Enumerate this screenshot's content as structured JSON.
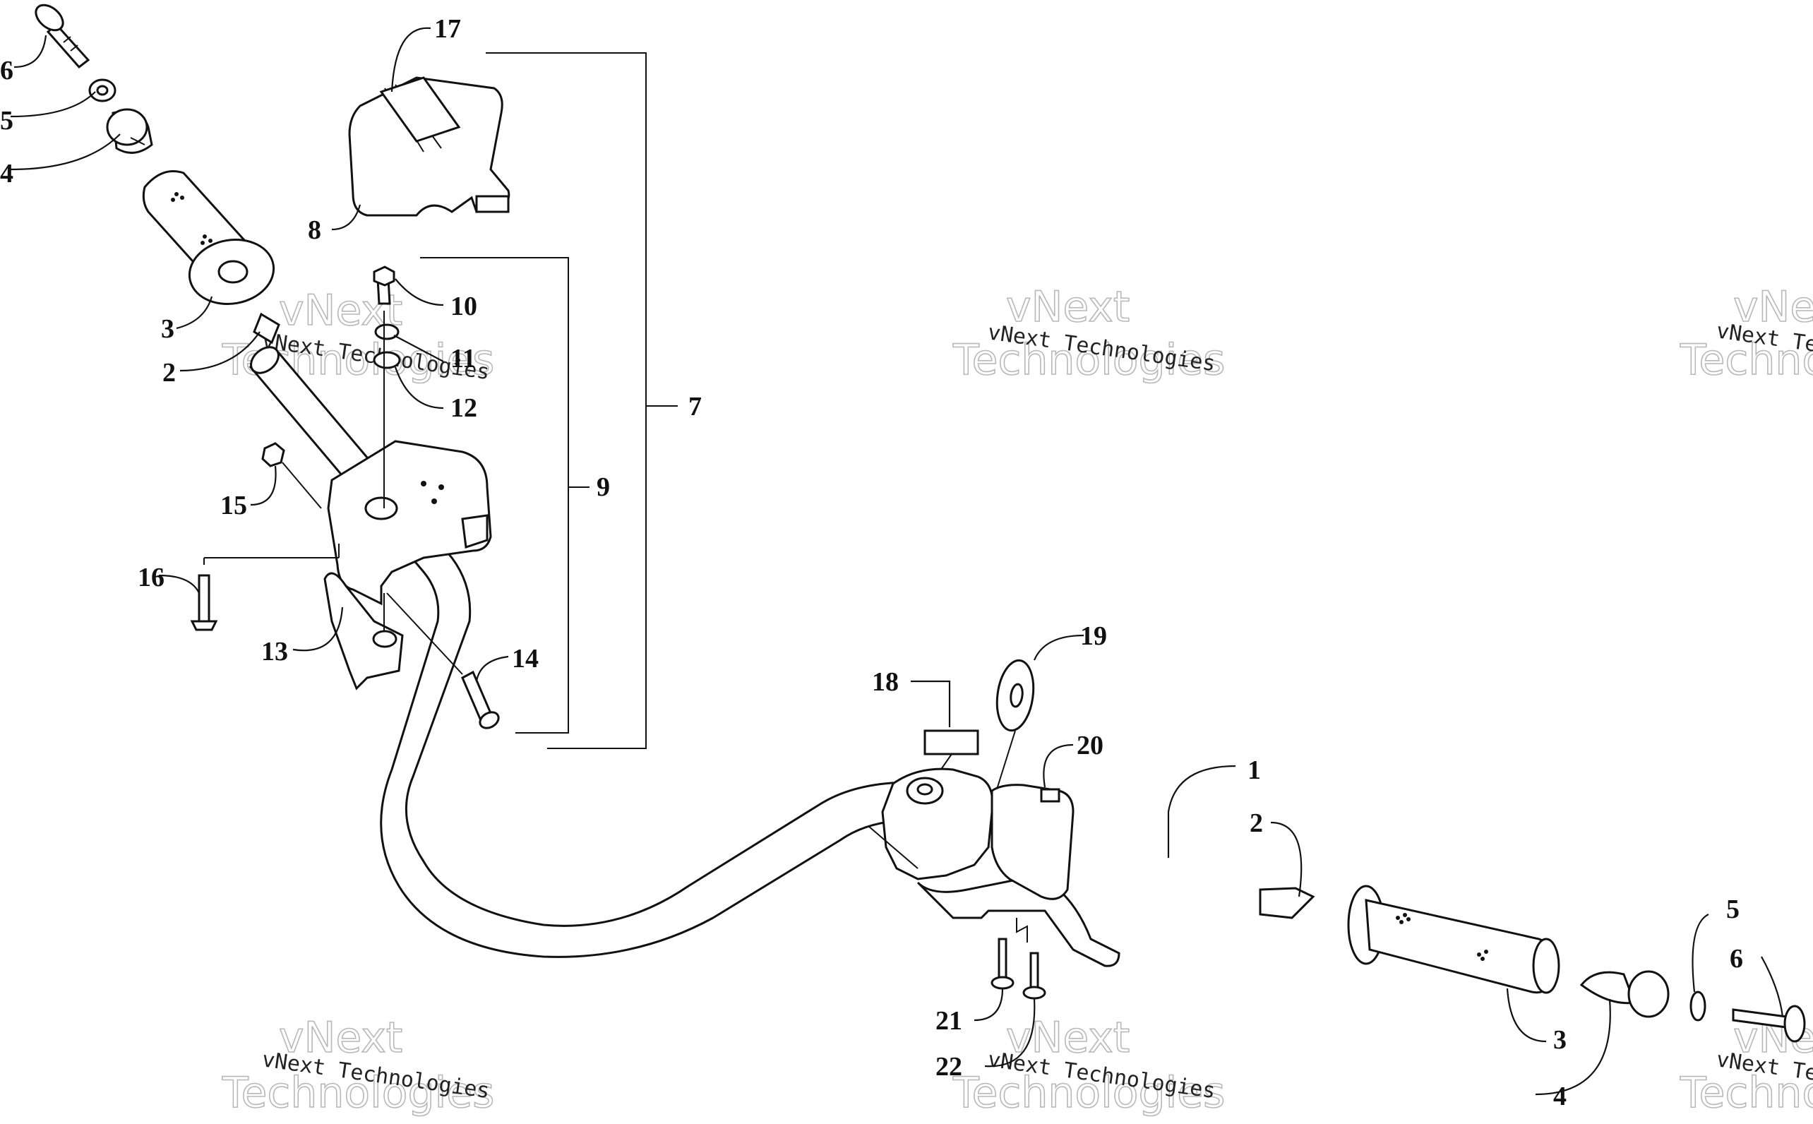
{
  "callouts": {
    "c1": "1",
    "c2_top": "2",
    "c2_right": "2",
    "c3_top": "3",
    "c3_right": "3",
    "c4_top": "4",
    "c4_right": "4",
    "c5_top": "5",
    "c5_right": "5",
    "c6_top": "6",
    "c6_right": "6",
    "c7": "7",
    "c8": "8",
    "c9": "9",
    "c10": "10",
    "c11": "11",
    "c12": "12",
    "c13": "13",
    "c14": "14",
    "c15": "15",
    "c16": "16",
    "c17": "17",
    "c18": "18",
    "c19": "19",
    "c20": "20",
    "c21": "21",
    "c22": "22"
  },
  "watermark": {
    "line": "vNext Technologies",
    "word1": "vNext",
    "word2": "Technologies"
  },
  "colors": {
    "ink": "#111111",
    "watermark": "#b8b8b8",
    "background": "#ffffff"
  }
}
